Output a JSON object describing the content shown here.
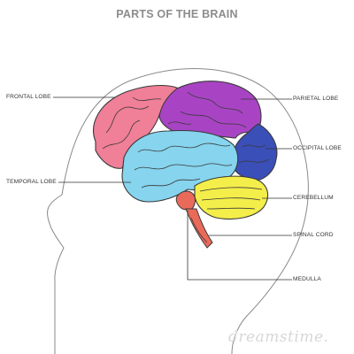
{
  "title": "PARTS OF THE BRAIN",
  "labels": {
    "frontal": "FRONTAL LOBE",
    "parietal": "PARIETAL LOBE",
    "occipital": "OCCIPITAL LOBE",
    "temporal": "TEMPORAL LOBE",
    "cerebellum": "CEREBELLUM",
    "spinal": "SPINAL CORD",
    "medulla": "MEDULLA"
  },
  "colors": {
    "frontal": "#f07f98",
    "parietal": "#a844c4",
    "occipital": "#3a4fb8",
    "temporal": "#86d4ee",
    "cerebellum": "#f4ee4a",
    "stem": "#ea6a5a",
    "outline": "#3a3a3a"
  },
  "watermark": "dreamstime."
}
